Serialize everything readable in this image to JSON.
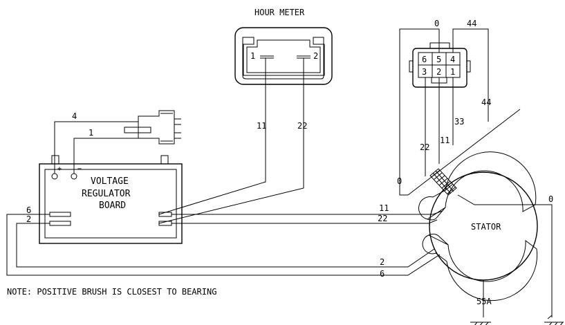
{
  "hour_meter": {
    "title": "HOUR METER",
    "pin_left": "1",
    "pin_right": "2"
  },
  "connector": {
    "top_row": [
      "6",
      "5",
      "4"
    ],
    "bottom_row": [
      "3",
      "2",
      "1"
    ]
  },
  "regulator": {
    "line1": "VOLTAGE",
    "line2": "REGULATOR",
    "line3": "BOARD",
    "plus": "+",
    "minus": "−"
  },
  "stator": {
    "label": "STATOR"
  },
  "wires": {
    "w4": "4",
    "w1": "1",
    "w11_meter": "11",
    "w22_meter": "22",
    "w0_top": "0",
    "w44_top": "44",
    "w44_side": "44",
    "w33": "33",
    "w22_conn": "22",
    "w11_conn": "11",
    "w0_left": "0",
    "w0_right": "0",
    "w11_stator": "11",
    "w22_stator": "22",
    "w6_left": "6",
    "w2_left": "2",
    "w2_bottom": "2",
    "w6_bottom": "6",
    "w55a": "55A"
  },
  "note": "NOTE: POSITIVE BRUSH IS CLOSEST TO BEARING"
}
